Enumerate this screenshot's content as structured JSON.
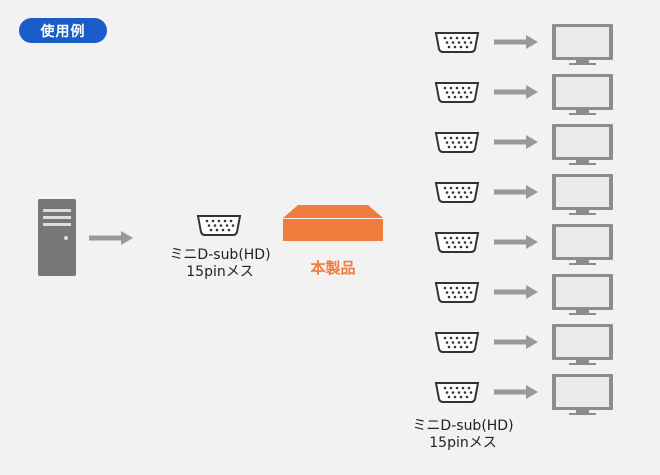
{
  "badge": {
    "label": "使用例"
  },
  "source_connector": {
    "line1": "ミニD-sub(HD)",
    "line2": "15pinメス"
  },
  "product": {
    "label": "本製品"
  },
  "output_connector": {
    "line1": "ミニD-sub(HD)",
    "line2": "15pinメス"
  },
  "monitors_count": 8,
  "colors": {
    "badge_bg": "#1a5cc8",
    "product": "#f07c3c",
    "arrow": "#999999",
    "monitor": "#8c8c8c",
    "tower": "#777777",
    "connector": "#333333"
  },
  "icons": [
    "pc-tower-icon",
    "vga-connector-icon",
    "splitter-box-icon",
    "monitor-icon",
    "arrow-right-icon"
  ]
}
